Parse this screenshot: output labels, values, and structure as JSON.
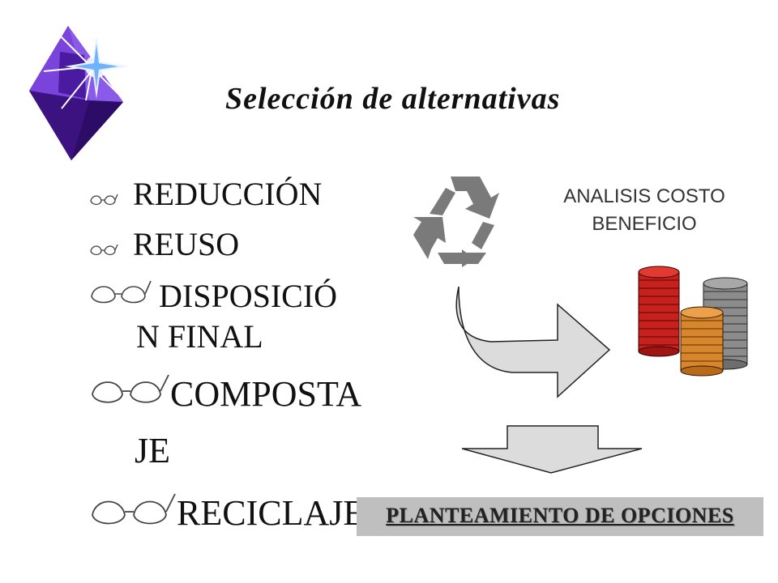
{
  "title": "Selección de alternativas",
  "bullets": [
    {
      "line1": "REDUCCIÓN"
    },
    {
      "line1": "REUSO"
    },
    {
      "line1": "DISPOSICIÓ",
      "line2": "N FINAL"
    },
    {
      "line1": "COMPOSTA",
      "line2": "JE"
    },
    {
      "line1": "RECICLAJE"
    }
  ],
  "analysis": {
    "line1": "ANALISIS COSTO",
    "line2": "BENEFICIO"
  },
  "options_banner": "PLANTEAMIENTO  DE OPCIONES",
  "icons": [
    "diamond-star-icon",
    "glasses-bullet-icon",
    "recycle-icon",
    "curved-arrow-icon",
    "coin-stacks-icon",
    "down-arrow-icon"
  ],
  "colors": {
    "diamond": "#6a2fd0",
    "banner_bg": "#bfbfbf",
    "coins_red": "#c8201c",
    "coins_gray": "#8c8c8c",
    "coins_orange": "#d8862c",
    "arrow_fill": "#dcdcdc"
  }
}
